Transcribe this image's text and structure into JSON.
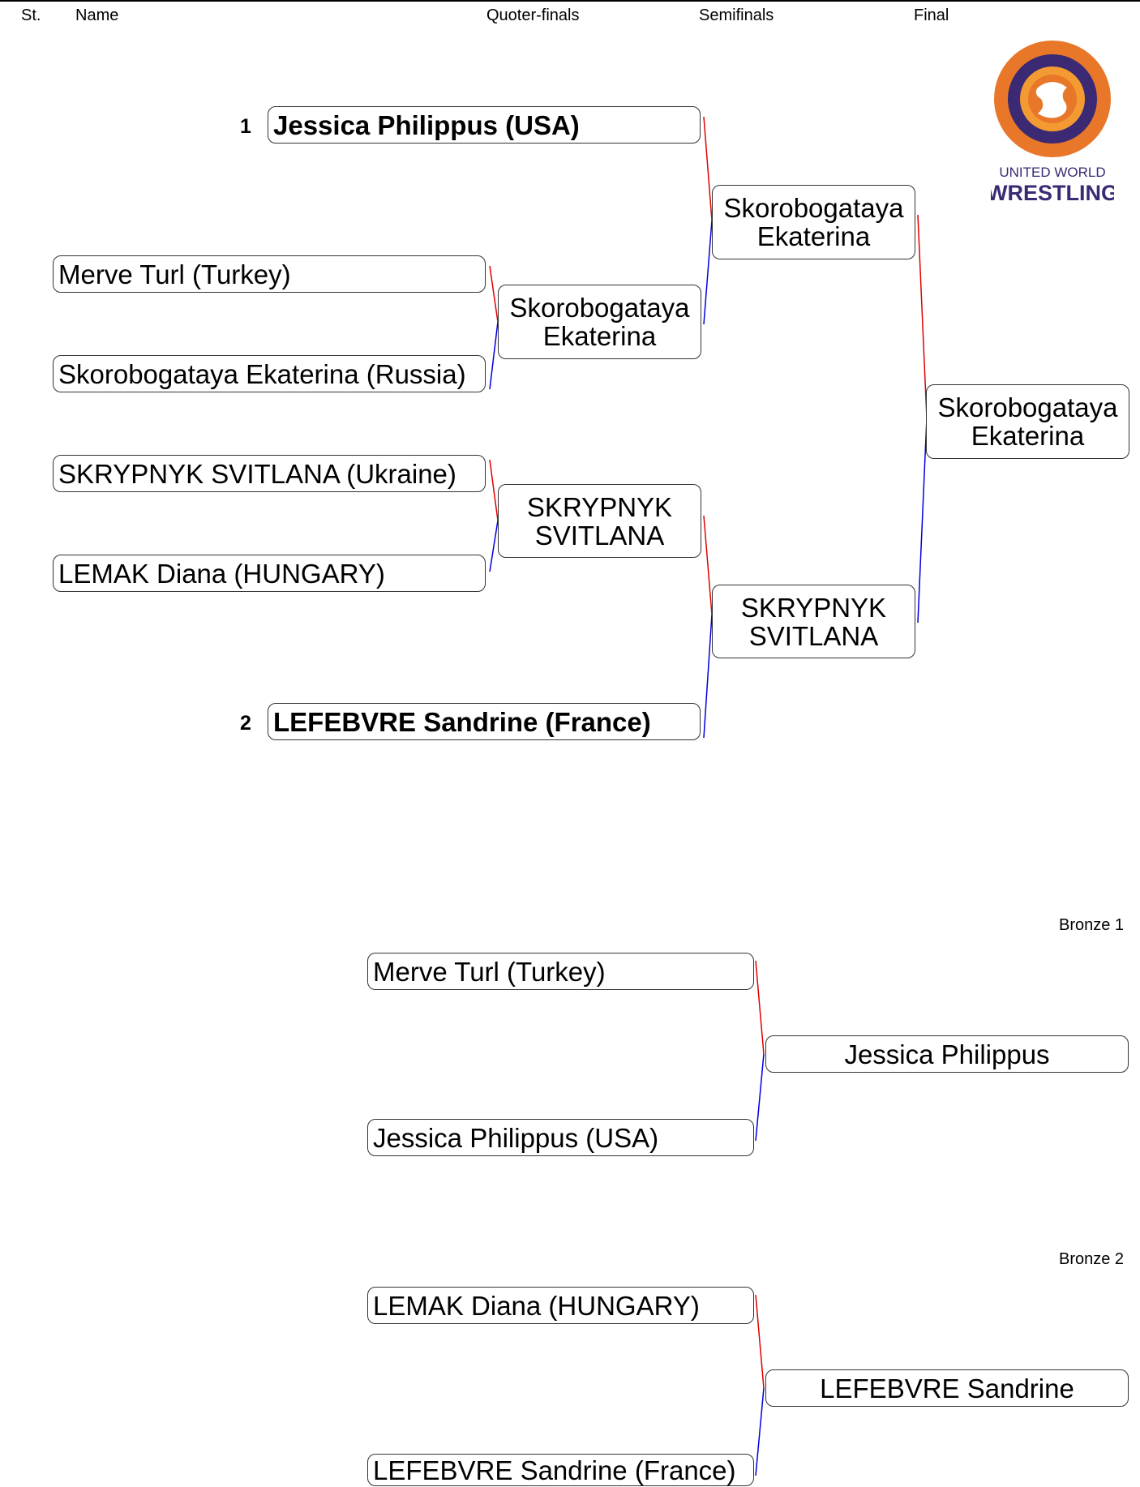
{
  "header": {
    "st": "St.",
    "name": "Name",
    "quarterfinals": "Quoter-finals",
    "semifinals": "Semifinals",
    "final": "Final"
  },
  "logo": {
    "line1": "UNITED WORLD",
    "line2": "WRESTLING",
    "icon": "uww-logo",
    "color": "#E8772A"
  },
  "colors": {
    "winner_line": "#e00000",
    "loser_line": "#0000e0"
  },
  "seeds": {
    "seed1": "1",
    "seed2": "2"
  },
  "entrants": {
    "e1": "Jessica Philippus (USA)",
    "e2": "Merve Turl (Turkey)",
    "e3": "Skorobogataya Ekaterina (Russia)",
    "e4": "SKRYPNYK SVITLANA (Ukraine)",
    "e5": "LEMAK  Diana (HUNGARY)",
    "e6": "LEFEBVRE Sandrine (France)"
  },
  "quarterfinals": {
    "q1_line1": "Skorobogataya",
    "q1_line2": "Ekaterina",
    "q2_line1": "SKRYPNYK",
    "q2_line2": "SVITLANA"
  },
  "semifinals": {
    "s1_line1": "Skorobogataya",
    "s1_line2": "Ekaterina",
    "s2_line1": "SKRYPNYK",
    "s2_line2": "SVITLANA"
  },
  "final": {
    "f_line1": "Skorobogataya",
    "f_line2": "Ekaterina"
  },
  "bronze1": {
    "label": "Bronze 1",
    "top": "Merve Turl (Turkey)",
    "bottom": "Jessica Philippus (USA)",
    "winner": "Jessica Philippus"
  },
  "bronze2": {
    "label": "Bronze 2",
    "top": "LEMAK  Diana (HUNGARY)",
    "bottom": "LEFEBVRE Sandrine (France)",
    "winner": "LEFEBVRE Sandrine"
  }
}
